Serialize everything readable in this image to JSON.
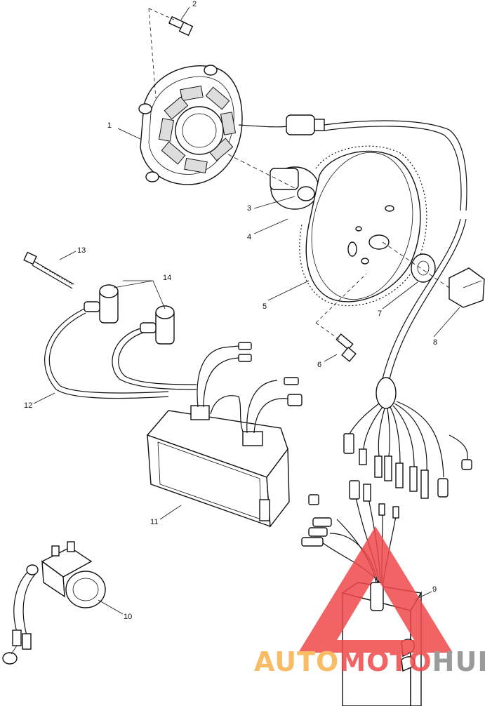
{
  "callouts": [
    "1",
    "2",
    "3",
    "4",
    "5",
    "6",
    "7",
    "8",
    "9",
    "10",
    "11",
    "12",
    "13",
    "14"
  ],
  "watermark": {
    "part1": "AUTO",
    "part2": "MOTO",
    "part3": "HUB",
    "color_red": "#f0484a",
    "color_orange": "#f7b24a",
    "color_gray": "#8a8a8a"
  }
}
